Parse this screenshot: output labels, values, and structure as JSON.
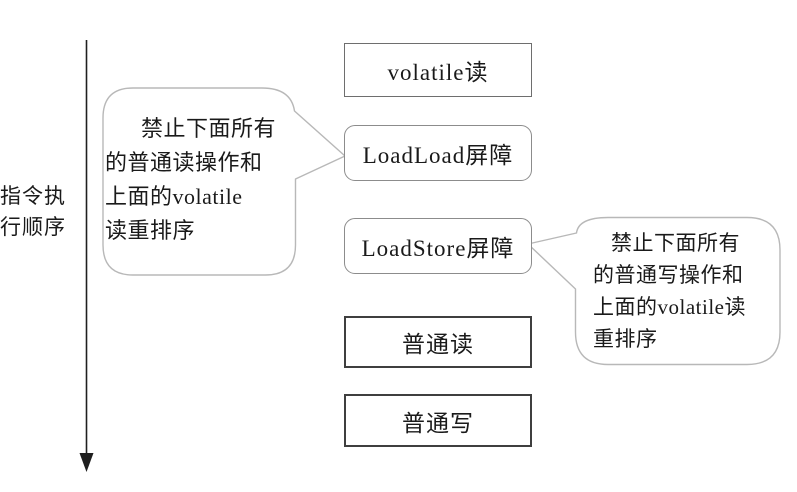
{
  "diagram": {
    "axis": {
      "label_line1": "指令执",
      "label_line2": "行顺序",
      "direction": "top-to-bottom"
    },
    "boxes": [
      {
        "label": "volatile读",
        "shape": "rect"
      },
      {
        "label": "LoadLoad屏障",
        "shape": "rounded"
      },
      {
        "label": "LoadStore屏障",
        "shape": "rounded"
      },
      {
        "label": "普通读",
        "shape": "rect-bold"
      },
      {
        "label": "普通写",
        "shape": "rect-bold"
      }
    ],
    "callouts": {
      "left": {
        "lines": [
          "禁止下面所有",
          "的普通读操作和",
          "上面的volatile",
          "读重排序"
        ],
        "points_to": "LoadLoad屏障"
      },
      "right": {
        "lines": [
          "禁止下面所有",
          "的普通写操作和",
          "上面的volatile读",
          "重排序"
        ],
        "points_to": "LoadStore屏障"
      }
    },
    "colors": {
      "text": "#1a1a1a",
      "plain_box_border": "#6e6e6e",
      "rounded_box_border": "#8c8c8c",
      "bold_box_border": "#3f3f3f",
      "callout_border": "#b8b8b8",
      "arrow": "#1f1f1f",
      "background": "#ffffff"
    }
  }
}
